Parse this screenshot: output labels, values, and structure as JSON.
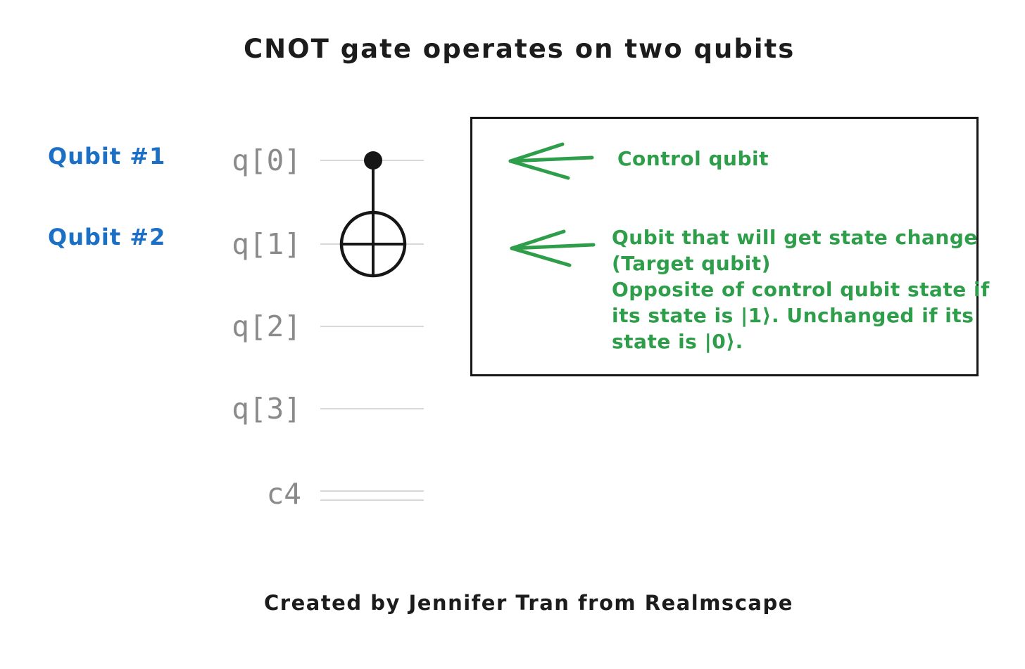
{
  "title": "CNOT gate operates on two qubits",
  "credit": "Created by Jennifer Tran from Realmscape",
  "colors": {
    "callout_blue": "#1b6fc4",
    "annotation_green": "#2e9e4a",
    "wire_label_gray": "#8a8a8a",
    "wire_gray": "#d8d8d8",
    "ink_black": "#1c1c1c"
  },
  "qubit_callouts": [
    {
      "label": "Qubit #1"
    },
    {
      "label": "Qubit #2"
    }
  ],
  "circuit": {
    "gate": "CNOT",
    "wires": [
      {
        "label": "q[0]",
        "type": "quantum",
        "role": "control"
      },
      {
        "label": "q[1]",
        "type": "quantum",
        "role": "target"
      },
      {
        "label": "q[2]",
        "type": "quantum"
      },
      {
        "label": "q[3]",
        "type": "quantum"
      },
      {
        "label": "c4",
        "type": "classical"
      }
    ]
  },
  "annotations": {
    "control": {
      "text": "Control qubit"
    },
    "target": {
      "lines": [
        "Qubit that will get state change",
        "(Target qubit)",
        "Opposite of control qubit state if",
        "its state is |1⟩. Unchanged if its",
        "state is |0⟩."
      ]
    }
  }
}
